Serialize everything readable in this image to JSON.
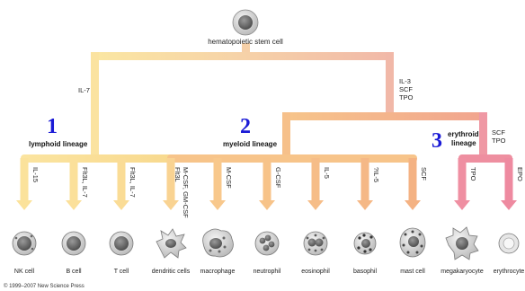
{
  "stem_cell": {
    "label": "hematopoietic stem cell"
  },
  "branch_factors": {
    "lymphoid": "IL-7",
    "myeloid_lines": [
      "IL-3",
      "SCF",
      "TPO"
    ],
    "erythroid_lines": [
      "SCF",
      "TPO"
    ]
  },
  "lineages": [
    {
      "number": "1",
      "name": "lymphoid lineage",
      "name_lines": [
        "lymphoid lineage"
      ]
    },
    {
      "number": "2",
      "name": "myeloid lineage",
      "name_lines": [
        "myeloid lineage"
      ]
    },
    {
      "number": "3",
      "name": "erythroid lineage",
      "name_lines": [
        "erythroid",
        "lineage"
      ]
    }
  ],
  "cells": [
    {
      "label": "NK cell",
      "factor": "IL-15",
      "icon": "nk-cell-icon"
    },
    {
      "label": "B cell",
      "factor": "Flt3L, IL-7",
      "icon": "b-cell-icon"
    },
    {
      "label": "T cell",
      "factor": "Flt3L, IL-7",
      "icon": "t-cell-icon"
    },
    {
      "label": "dendritic cells",
      "factor_lines": [
        "Flt3L",
        "M-CSF, GM-CSF"
      ],
      "icon": "dendritic-cell-icon"
    },
    {
      "label": "macrophage",
      "factor": "M-CSF",
      "icon": "macrophage-icon"
    },
    {
      "label": "neutrophil",
      "factor": "G-CSF",
      "icon": "neutrophil-icon"
    },
    {
      "label": "eosinophil",
      "factor": "IL-5",
      "icon": "eosinophil-icon"
    },
    {
      "label": "basophil",
      "factor": "?IL-5",
      "icon": "basophil-icon"
    },
    {
      "label": "mast cell",
      "factor": "SCF",
      "icon": "mast-cell-icon"
    },
    {
      "label": "megakaryocyte",
      "factor": "TPO",
      "icon": "megakaryocyte-icon"
    },
    {
      "label": "erythrocyte",
      "factor": "EPO",
      "icon": "erythrocyte-icon"
    }
  ],
  "colors": {
    "lymphoid": "#f9dc8a",
    "myeloid": "#f5b87a",
    "erythroid": "#ee8aa0",
    "root": "#f4c9a0",
    "number": "#1a1ad6"
  },
  "copyright": "© 1999–2007 New Science Press"
}
